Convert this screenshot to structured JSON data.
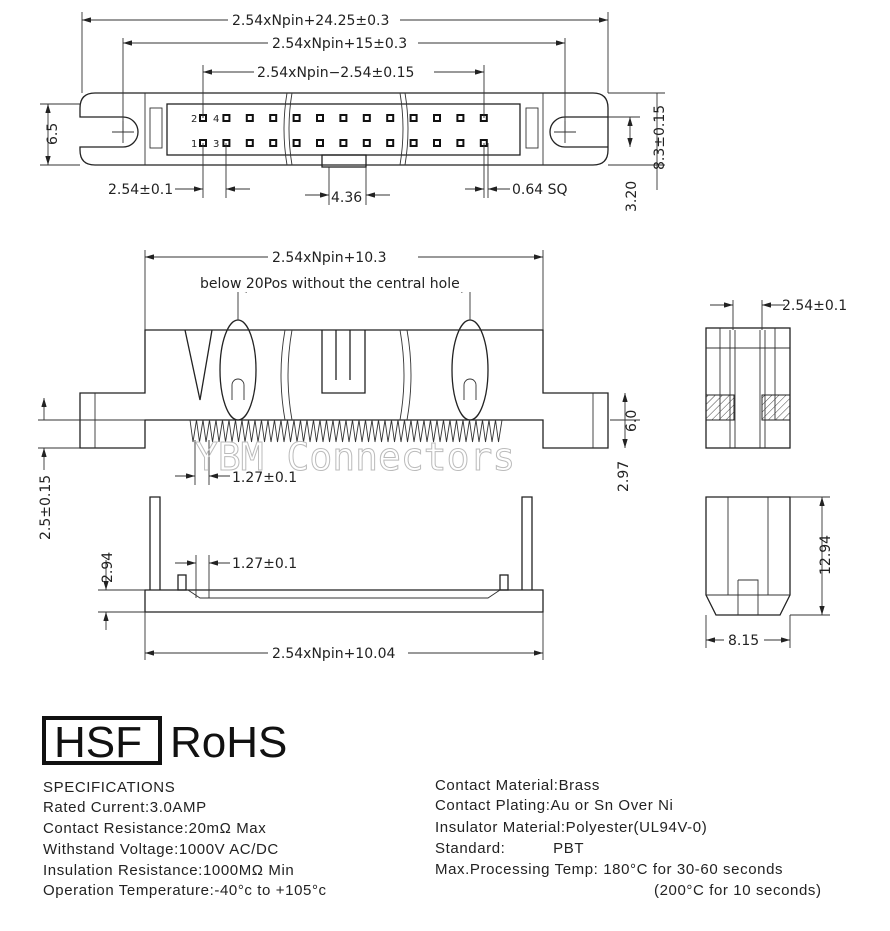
{
  "top_view": {
    "overall_length": "2.54xNpin+24.25±0.3",
    "mount_hole_pitch": "2.54xNpin+15±0.3",
    "pin_span": "2.54xNpin−2.54±0.15",
    "height": "6.5",
    "width": "8.3±0.15",
    "row_offset": "3.20",
    "pin_pitch": "2.54±0.1",
    "key_width": "4.36",
    "pin_size": "0.64 SQ",
    "pin_labels": [
      "1",
      "2",
      "3",
      "4"
    ]
  },
  "side_view": {
    "body_length": "2.54xNpin+10.3",
    "note": "below 20Pos without the central hole",
    "pitch": "1.27±0.1",
    "height": "6.0",
    "tail": "2.97",
    "offset": "2.5±0.15"
  },
  "bottom_view": {
    "pitch": "1.27±0.1",
    "height": "2.94",
    "length": "2.54xNpin+10.04"
  },
  "end_view": {
    "row_pitch": "2.54±0.1",
    "height": "12.94",
    "width": "8.15"
  },
  "watermark": "YBM Connectors",
  "badges": {
    "hsf": "HSF",
    "rohs": "RoHS"
  },
  "specs_left": [
    "SPECIFICATIONS",
    "Rated Current:3.0AMP",
    "Contact Resistance:20mΩ Max",
    "Withstand Voltage:1000V AC/DC",
    "Insulation Resistance:1000MΩ Min",
    "Operation Temperature:-40°c to +105°c"
  ],
  "specs_right": [
    "Contact Material:Brass",
    "Contact Plating:Au or Sn Over Ni",
    "Insulator Material:Polyester(UL94V-0)",
    "Standard:          PBT",
    "Max.Processing Temp: 180°C for 30-60 seconds",
    "(200°C for 10 seconds)"
  ]
}
